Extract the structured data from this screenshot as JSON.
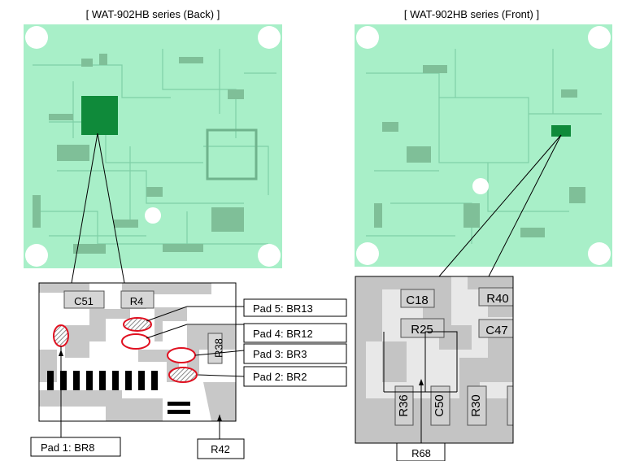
{
  "back": {
    "title": "[ WAT-902HB series (Back) ]",
    "components": {
      "c51": "C51",
      "r4": "R4",
      "r38": "R38"
    },
    "callouts": {
      "pad5": "Pad 5: BR13",
      "pad4": "Pad 4: BR12",
      "pad3": "Pad 3: BR3",
      "pad2": "Pad 2: BR2",
      "pad1": "Pad 1: BR8",
      "r42": "R42"
    }
  },
  "front": {
    "title": "[ WAT-902HB series (Front) ]",
    "components": {
      "c18": "C18",
      "r40": "R40",
      "r25": "R25",
      "c47": "C47",
      "r36": "R36",
      "c50": "C50",
      "r30": "R30"
    },
    "callouts": {
      "r68": "R68"
    }
  },
  "colors": {
    "board": "#a8efc8",
    "trace": "#8ad6b0",
    "chip": "#0f8a3a",
    "highlight": "#e01020",
    "pcb_gray": "#c4c4c4",
    "pcb_light": "#e8e8e8"
  }
}
